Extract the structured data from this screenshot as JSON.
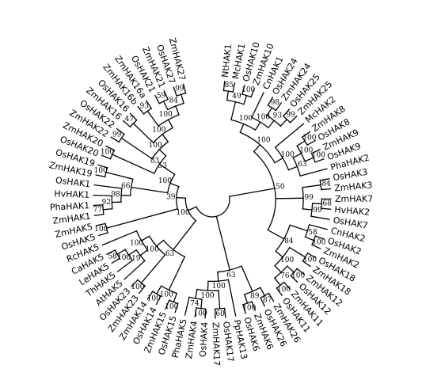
{
  "tree": {
    "leaf_order": [
      "NtHAK1",
      "McHAK1",
      "OsHAK10",
      "ZmHAK10",
      "CnHAK1",
      "OsHAK24",
      "ZmHAK24",
      "OsHAK25",
      "ZmHAK25",
      "McHAK2",
      "ZmHAK8",
      "OsHAK8",
      "ZmHAK9",
      "OsHAK9",
      "PhaHAK2",
      "OsHAK3",
      "ZmHAK3",
      "ZmHAK7",
      "HvHAK2",
      "OsHAK7",
      "CnHAK2",
      "OsHAK2",
      "ZmHAK2",
      "OsHAK18",
      "ZmHAK18",
      "ZmHAK12",
      "OsHAK12",
      "ZmHAK11",
      "OsHAK11",
      "ZmHAK26",
      "OsHAK26",
      "ZmHAK6",
      "OsHAK6",
      "PpHAK13",
      "OsHAK17",
      "ZmHAK17",
      "OsHAK4",
      "ZmHAK4",
      "PhaHAK5",
      "OsHAK15",
      "ZmHAK15",
      "OsHAK14",
      "ZmHAK14",
      "ZmHAK23",
      "OsHAK23",
      "AtHAK5",
      "ThHAK5",
      "LeHAK5",
      "CaHAK5",
      "RcHAK5",
      "OsHAK5",
      "ZmHAK5",
      "ZmHAK1",
      "PhaHAK1",
      "HvHAK1",
      "OsHAK1",
      "ZmHAK19",
      "OsHAK19",
      "OsHAK20",
      "ZmHAK20",
      "ZmHAK22",
      "OsHAK22",
      "ZmHAK16",
      "OsHAK16",
      "ZmHAK16b",
      "ZmHAK16a",
      "OsHAK21",
      "ZmHAK21",
      "OsHAK27",
      "ZmHAK27"
    ],
    "topology": {
      "c": [
        {
          "c": [
            {
              "c": [
                {
                  "c": [
                    {
                      "c": [
                        {
                          "c": [
                            "NtHAK1",
                            "McHAK1"
                          ],
                          "s": "85"
                        },
                        {
                          "c": [
                            "OsHAK10",
                            "ZmHAK10"
                          ],
                          "s": "100"
                        }
                      ],
                      "s": "49"
                    },
                    {
                      "c": [
                        "CnHAK1",
                        {
                          "c": [
                            {
                              "c": [
                                "OsHAK24",
                                "ZmHAK24"
                              ],
                              "s": "98"
                            },
                            {
                              "c": [
                                "OsHAK25",
                                "ZmHAK25"
                              ],
                              "s": "99"
                            }
                          ],
                          "s": "93"
                        }
                      ],
                      "s": "100"
                    }
                  ],
                  "s": "100"
                },
                {
                  "c": [
                    "McHAK2",
                    {
                      "c": [
                        {
                          "c": [
                            {
                              "c": [
                                "ZmHAK8",
                                "OsHAK8"
                              ],
                              "s": "100"
                            },
                            {
                              "c": [
                                "ZmHAK9",
                                "OsHAK9"
                              ],
                              "s": "100"
                            }
                          ],
                          "s": "100"
                        },
                        "PhaHAK2"
                      ],
                      "s": "63"
                    }
                  ],
                  "s": "100"
                }
              ],
              "s": "100"
            },
            {
              "c": [
                {
                  "c": [
                    "OsHAK3",
                    "ZmHAK3"
                  ],
                  "s": "84"
                },
                {
                  "c": [
                    {
                      "c": [
                        "ZmHAK7",
                        "HvHAK2"
                      ],
                      "s": "68"
                    },
                    "OsHAK7"
                  ],
                  "s": "99"
                }
              ],
              "s": "99"
            },
            {
              "c": [
                {
                  "c": [
                    "CnHAK2",
                    {
                      "c": [
                        "OsHAK2",
                        "ZmHAK2"
                      ],
                      "s": "100"
                    }
                  ],
                  "s": "58"
                },
                {
                  "c": [
                    {
                      "c": [
                        "OsHAK18",
                        "ZmHAK18"
                      ],
                      "s": "100"
                    },
                    {
                      "c": [
                        {
                          "c": [
                            "ZmHAK12",
                            "OsHAK12"
                          ],
                          "s": "100"
                        },
                        {
                          "c": [
                            "ZmHAK11",
                            "OsHAK11"
                          ],
                          "s": "100"
                        }
                      ],
                      "s": "76"
                    }
                  ],
                  "s": "100"
                }
              ],
              "s": "84"
            }
          ],
          "s": "50"
        },
        {
          "c": [
            {
              "c": [
                {
                  "c": [
                    "ZmHAK26",
                    "OsHAK26"
                  ],
                  "s": "87"
                },
                {
                  "c": [
                    "ZmHAK6",
                    "OsHAK6"
                  ],
                  "s": "100"
                }
              ],
              "s": "89"
            },
            {
              "c": [
                "PpHAK13",
                {
                  "c": [
                    {
                      "c": [
                        "OsHAK17",
                        "ZmHAK17"
                      ],
                      "s": "60"
                    },
                    {
                      "c": [
                        {
                          "c": [
                            "OsHAK4",
                            "ZmHAK4"
                          ],
                          "s": "100"
                        },
                        "PhaHAK5"
                      ],
                      "s": "74"
                    }
                  ],
                  "s": "100"
                }
              ],
              "s": "100"
            }
          ],
          "s": "63"
        },
        {
          "c": [
            {
              "c": [
                {
                  "c": [
                    {
                      "c": [
                        "OsHAK15",
                        "ZmHAK15"
                      ],
                      "s": "100"
                    },
                    {
                      "c": [
                        "OsHAK14",
                        "ZmHAK14"
                      ],
                      "s": "100"
                    }
                  ],
                  "s": "100"
                },
                {
                  "c": [
                    {
                      "c": [
                        "ZmHAK23",
                        "OsHAK23"
                      ],
                      "s": "100"
                    },
                    {
                      "c": [
                        {
                          "c": [
                            "AtHAK5",
                            {
                              "c": [
                                "ThHAK5",
                                {
                                  "c": [
                                    "LeHAK5",
                                    "CaHAK5"
                                  ],
                                  "s": "58"
                                }
                              ],
                              "s": "100"
                            }
                          ],
                          "s": "19"
                        },
                        "RcHAK5"
                      ],
                      "s": "100"
                    }
                  ],
                  "s": "100"
                }
              ],
              "s": "63"
            },
            {
              "c": [
                {
                  "c": [
                    "OsHAK5",
                    "ZmHAK5"
                  ],
                  "s": "100"
                },
                {
                  "c": [
                    {
                      "c": [
                        {
                          "c": [
                            {
                              "c": [
                                {
                                  "c": [
                                    "ZmHAK1",
                                    "PhaHAK1"
                                  ],
                                  "s": "77"
                                },
                                "HvHAK1"
                              ],
                              "s": "92"
                            },
                            "OsHAK1"
                          ],
                          "s": "98"
                        },
                        {
                          "c": [
                            "ZmHAK19",
                            "OsHAK19"
                          ],
                          "s": "100"
                        }
                      ],
                      "s": "66"
                    },
                    {
                      "c": [
                        {
                          "c": [
                            {
                              "c": [
                                "OsHAK20",
                                "ZmHAK20"
                              ],
                              "s": "100"
                            },
                            {
                              "c": [
                                {
                                  "c": [
                                    "ZmHAK22",
                                    "OsHAK22"
                                  ],
                                  "s": "99"
                                },
                                {
                                  "c": [
                                    {
                                      "c": [
                                        "ZmHAK16",
                                        "OsHAK16"
                                      ],
                                      "s": "47"
                                    },
                                    {
                                      "c": [
                                        {
                                          "c": [
                                            "ZmHAK16b",
                                            "ZmHAK16a"
                                          ],
                                          "s": "93"
                                        },
                                        {
                                          "c": [
                                            {
                                              "c": [
                                                "OsHAK21",
                                                "ZmHAK21"
                                              ],
                                              "s": "59"
                                            },
                                            {
                                              "c": [
                                                "OsHAK27",
                                                "ZmHAK27"
                                              ],
                                              "s": "99"
                                            }
                                          ],
                                          "s": "84"
                                        }
                                      ],
                                      "s": "100"
                                    }
                                  ],
                                  "s": "100"
                                }
                              ],
                              "s": "100"
                            }
                          ],
                          "s": "83"
                        }
                      ],
                      "s": "53"
                    }
                  ],
                  "s": "100"
                }
              ],
              "s": "39"
            }
          ],
          "s": "100"
        }
      ]
    }
  }
}
